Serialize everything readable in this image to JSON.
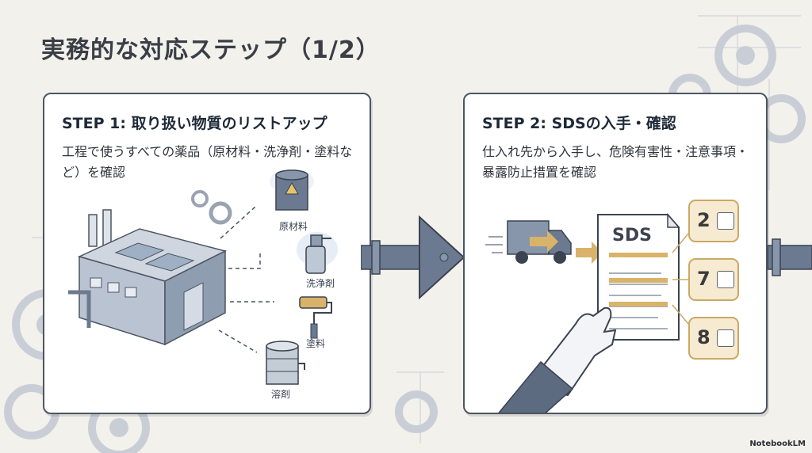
{
  "page": {
    "title": "実務的な対応ステップ（1/2）",
    "brand": "NotebookLM"
  },
  "step1": {
    "title": "STEP 1: 取り扱い物質のリストアップ",
    "description": "工程で使うすべての薬品（原材料・洗浄剤・塗料など）を確認",
    "chemicals": [
      {
        "label": "原材料",
        "icon": "drum-icon"
      },
      {
        "label": "洗浄剤",
        "icon": "spray-bottle-icon"
      },
      {
        "label": "塗料",
        "icon": "paint-roller-icon"
      },
      {
        "label": "溶剤",
        "icon": "barrel-icon"
      }
    ]
  },
  "step2": {
    "title": "STEP 2: SDSの入手・確認",
    "description": "仕入れ先から入手し、危険有害性・注意事項・暴露防止措置を確認",
    "document_label": "SDS",
    "sections": [
      {
        "number": "2",
        "icon": "hazard-pictogram-icon"
      },
      {
        "number": "7",
        "icon": "handling-icon"
      },
      {
        "number": "8",
        "icon": "protective-gear-icon"
      }
    ]
  },
  "colors": {
    "background": "#f3f1ec",
    "card_border": "#4b5563",
    "accent_gold": "#c9a965",
    "badge_fill": "#f6ead0",
    "pipe": "#6b7a90"
  }
}
